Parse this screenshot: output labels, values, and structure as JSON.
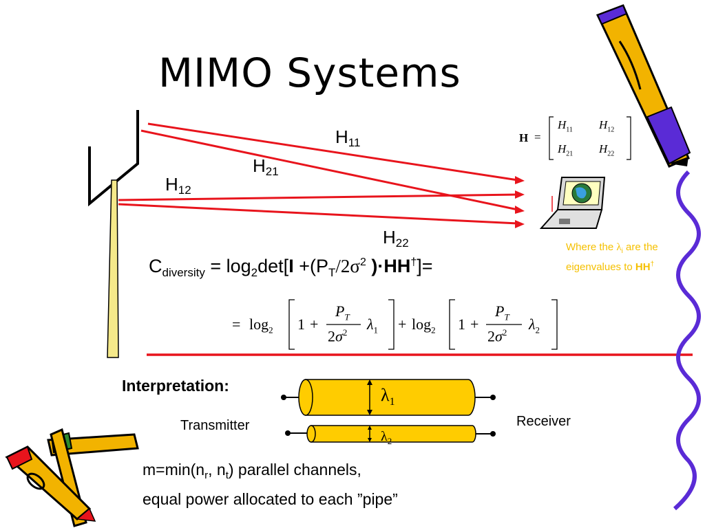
{
  "slide": {
    "title": "MIMO Systems",
    "channel_labels": {
      "h11_main": "H",
      "h11_sub": "11",
      "h21_main": "H",
      "h21_sub": "21",
      "h12_main": "H",
      "h12_sub": "12",
      "h22_main": "H",
      "h22_sub": "22"
    },
    "matrix": {
      "lhs": "H",
      "eq": "=",
      "h11": "H",
      "h11_sub": "11",
      "h12": "H",
      "h12_sub": "12",
      "h21": "H",
      "h21_sub": "21",
      "h22": "H",
      "h22_sub": "22"
    },
    "capacity": {
      "c": "C",
      "c_sub": "diversity",
      "part1": " = log",
      "log_sub": "2",
      "part2": "det[",
      "identity": "I",
      "part3": " +(P",
      "pt_sub": "T",
      "part4": "/2",
      "sigma": "σ",
      "sigma_sup": "2",
      "part5": " )·",
      "hh": "HH",
      "dagger": "†",
      "part6": "]="
    },
    "expansion": {
      "eq": "=",
      "log": "log",
      "log_sub": "2",
      "one": "1",
      "plus": "+",
      "p": "P",
      "p_sub": "T",
      "two": "2",
      "sigma": "σ",
      "sq": "2",
      "lambda": "λ",
      "l1": "1",
      "l2": "2"
    },
    "note": {
      "line1_a": "Where the ",
      "lambda": "λ",
      "lambda_sub": "i",
      "line1_b": " are the",
      "line2_a": "eigenvalues to ",
      "hh": "HH",
      "dagger": "†"
    },
    "interpretation": {
      "heading": "Interpretation:",
      "transmitter": "Transmitter",
      "receiver": "Receiver",
      "pipe1_lambda": "λ",
      "pipe1_sub": "1",
      "pipe2_lambda": "λ",
      "pipe2_sub": "2",
      "line1_a": "m=min(n",
      "nr_sub": "r",
      "line1_b": ", n",
      "nt_sub": "t",
      "line1_c": ") parallel channels,",
      "line2": "equal power allocated to each ”pipe”"
    },
    "colors": {
      "ray": "#e8141c",
      "pipe": "#ffcc00",
      "tower": "#f5e98a",
      "note": "#f5c000",
      "pencil_border": "#5a2bd6"
    },
    "icons": [
      "antenna-tower-icon",
      "laptop-globe-icon",
      "pencil-icon",
      "crayon-cluster-icon"
    ]
  }
}
